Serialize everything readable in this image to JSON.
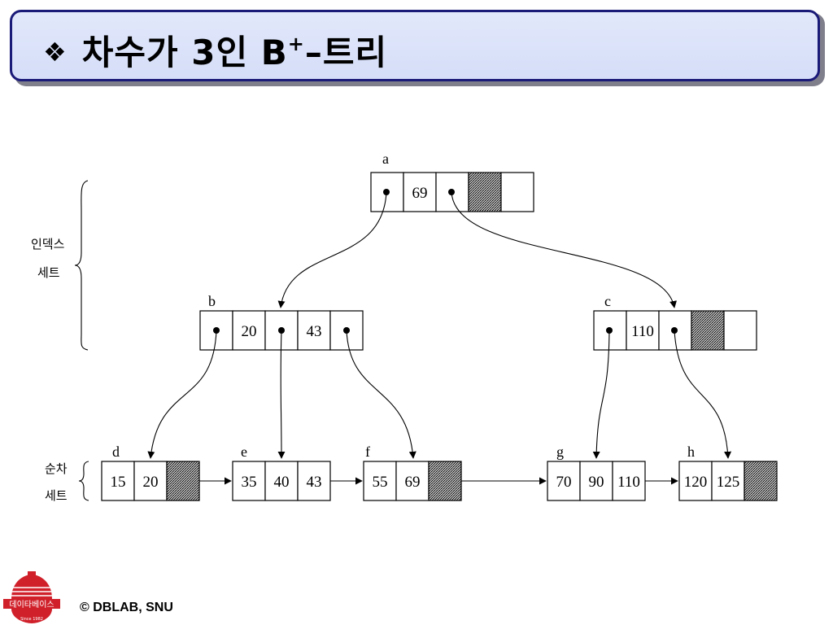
{
  "title": {
    "bullet": "❖",
    "text_before": "차수가 3인 B",
    "superscript": "+",
    "text_after": "–트리"
  },
  "side_labels": {
    "index_set_line1": "인덱스",
    "index_set_line2": "세트",
    "sequence_set_line1": "순차",
    "sequence_set_line2": "세트"
  },
  "nodes": {
    "a": {
      "label": "a",
      "keys": [
        "69"
      ]
    },
    "b": {
      "label": "b",
      "keys": [
        "20",
        "43"
      ]
    },
    "c": {
      "label": "c",
      "keys": [
        "110"
      ]
    },
    "d": {
      "label": "d",
      "keys": [
        "15",
        "20"
      ]
    },
    "e": {
      "label": "e",
      "keys": [
        "35",
        "40",
        "43"
      ]
    },
    "f": {
      "label": "f",
      "keys": [
        "55",
        "69"
      ]
    },
    "g": {
      "label": "g",
      "keys": [
        "70",
        "90",
        "110"
      ]
    },
    "h": {
      "label": "h",
      "keys": [
        "120",
        "125"
      ]
    }
  },
  "footer": {
    "copyright": "© DBLAB, SNU",
    "logo_text": "데이타베이스",
    "logo_since": "Since 1982"
  },
  "colors": {
    "title_border": "#1a1a78",
    "title_fill": "#d9e1f9",
    "logo_red": "#d0202a"
  }
}
